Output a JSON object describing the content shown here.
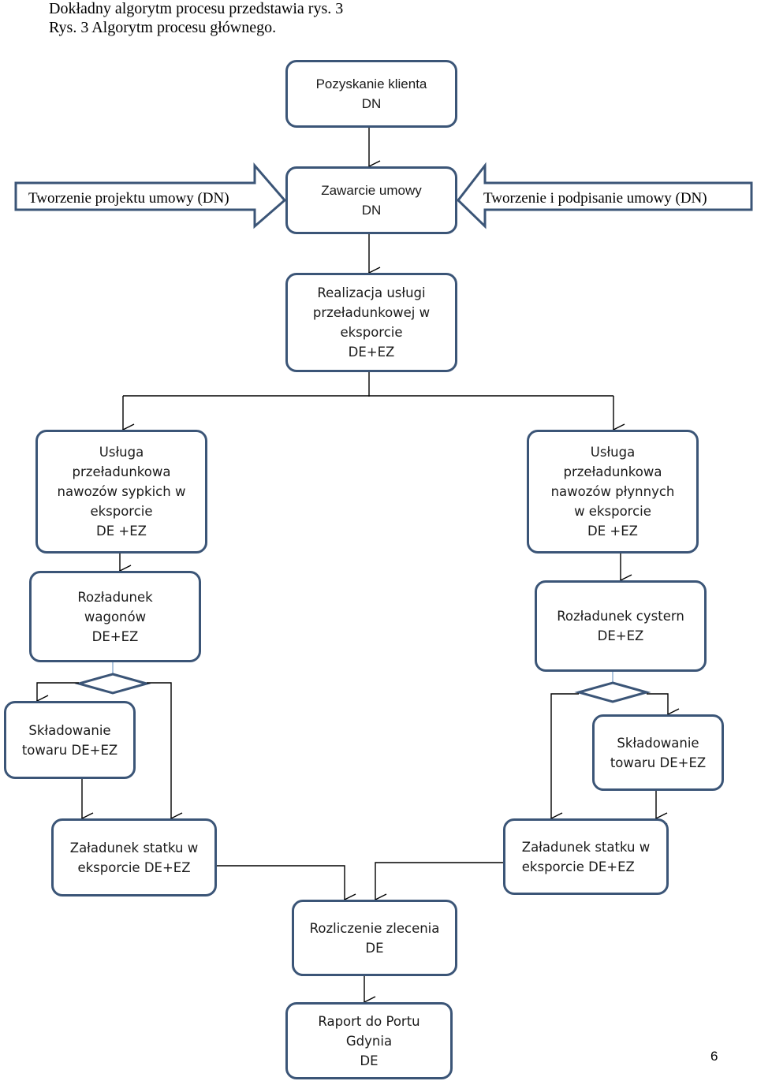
{
  "header": {
    "intro": "Dokładny algorytm procesu przedstawia rys. 3",
    "caption": "Rys. 3 Algorytm procesu głównego."
  },
  "diagram": {
    "acquire_client": [
      "Pozyskanie klienta",
      "DN"
    ],
    "contract": [
      "Zawarcie umowy",
      "DN"
    ],
    "left_input": "Tworzenie projektu umowy (DN)",
    "right_input": "Tworzenie i podpisanie umowy (DN)",
    "realization": [
      "Realizacja usługi",
      "przeładunkowej w",
      "eksporcie",
      "DE+EZ"
    ],
    "dry_service": [
      "Usługa",
      "przeładunkowa",
      "nawozów sypkich w",
      "eksporcie",
      "DE +EZ"
    ],
    "liquid_service": [
      "Usługa",
      "przeładunkowa",
      "nawozów płynnych",
      "w eksporcie",
      "DE +EZ"
    ],
    "unload_wagons": [
      "Rozładunek",
      "wagonów",
      "DE+EZ"
    ],
    "unload_tanks": [
      "Rozładunek cystern",
      "DE+EZ"
    ],
    "storage_left": [
      "Składowanie",
      "towaru DE+EZ"
    ],
    "storage_right": [
      "Składowanie",
      "towaru DE+EZ"
    ],
    "load_ship_left": [
      "Załadunek statku w",
      "eksporcie DE+EZ"
    ],
    "load_ship_right": [
      "Załadunek statku w",
      "eksporcie DE+EZ"
    ],
    "settlement": [
      "Rozliczenie zlecenia",
      "DE"
    ],
    "report": [
      "Raport do Portu",
      "Gdynia",
      "DE"
    ]
  },
  "page_number": "6"
}
